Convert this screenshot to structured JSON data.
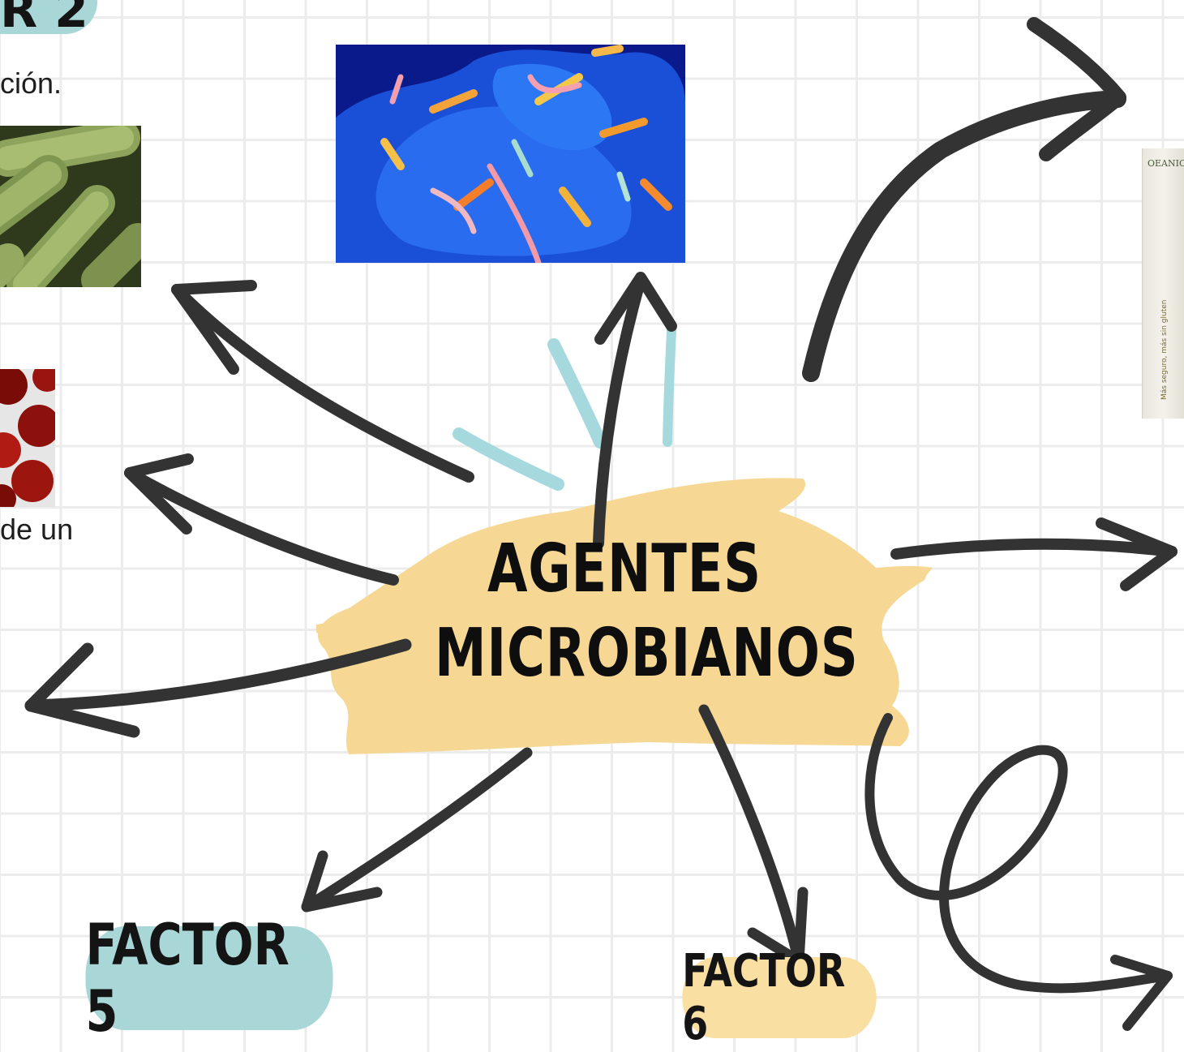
{
  "diagram": {
    "center_title_line1": "AGENTES",
    "center_title_line2": "MICROBIANOS",
    "factor_top_partial": "R 2",
    "factor_5_label": "FACTOR 5",
    "factor_6_label": "FACTOR 6",
    "text_fragment_top": "ción.",
    "text_fragment_mid": "de un",
    "side_product_text": "Más seguro, más sin gluten",
    "side_product_brand": "OEANIC"
  },
  "colors": {
    "teal_pill": "#a9d6d6",
    "yellow_pill": "#f9dfa2",
    "brush_yellow": "#f6d894",
    "arrow": "#333333",
    "accent_teal": "#a6d9dd"
  }
}
